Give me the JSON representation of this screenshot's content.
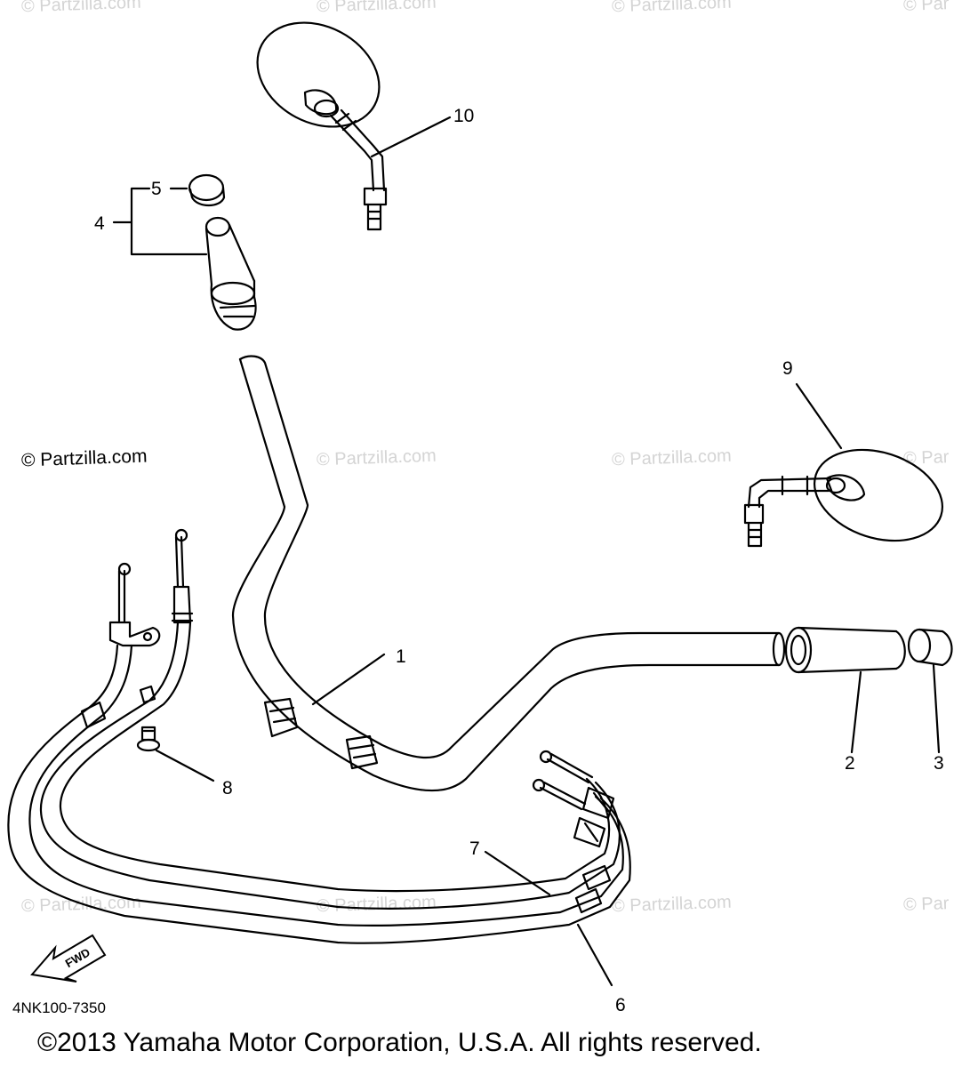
{
  "watermark": "© Partzilla.com",
  "watermark_partial": "© Par",
  "callouts": [
    "1",
    "2",
    "3",
    "4",
    "5",
    "6",
    "7",
    "8",
    "9",
    "10"
  ],
  "fwd_label": "FWD",
  "drawing_code": "4NK100-7350",
  "copyright": "©2013  Yamaha Motor Corporation, U.S.A. All rights reserved."
}
